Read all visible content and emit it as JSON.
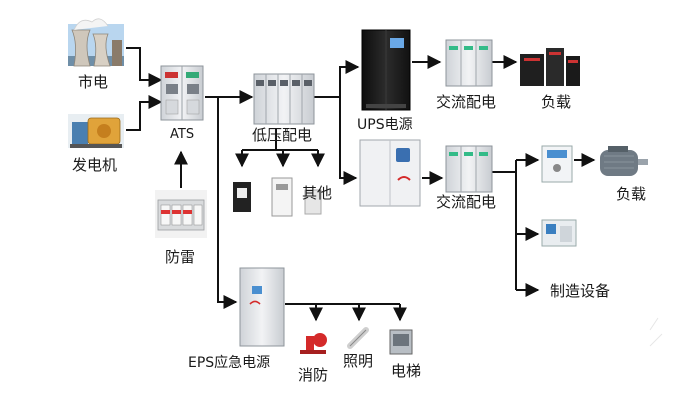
{
  "nodes": {
    "city_power": "市电",
    "generator": "发电机",
    "ats": "ATS",
    "lightning": "防雷",
    "low_voltage": "低压配电",
    "ups": "UPS电源",
    "ac_dist_1": "交流配电",
    "load_1": "负载",
    "ac_dist_2": "交流配电",
    "load_2": "负载",
    "manufacturing": "制造设备",
    "other": "其他",
    "eps": "EPS应急电源",
    "fire": "消防",
    "lighting": "照明",
    "elevator": "电梯"
  },
  "icons": {
    "city_power": "power-plant-icon",
    "generator": "generator-icon",
    "ats": "switch-cabinet-icon",
    "lightning": "surge-protector-icon",
    "low_voltage": "distribution-cabinet-icon",
    "ups": "ups-cabinet-icon",
    "ac_dist": "ac-distribution-cabinet-icon",
    "servers": "server-rack-icon",
    "motor": "motor-icon",
    "inverter": "inverter-icon",
    "machine": "cnc-machine-icon",
    "eps": "eps-cabinet-icon",
    "fire_pump": "fire-pump-icon",
    "lamp": "lamp-icon",
    "elevator": "elevator-car-icon"
  },
  "colors": {
    "line": "#111111",
    "cabinet_light": "#eceef0",
    "cabinet_dark": "#1c1c1c",
    "accent_red": "#d42a2a"
  }
}
